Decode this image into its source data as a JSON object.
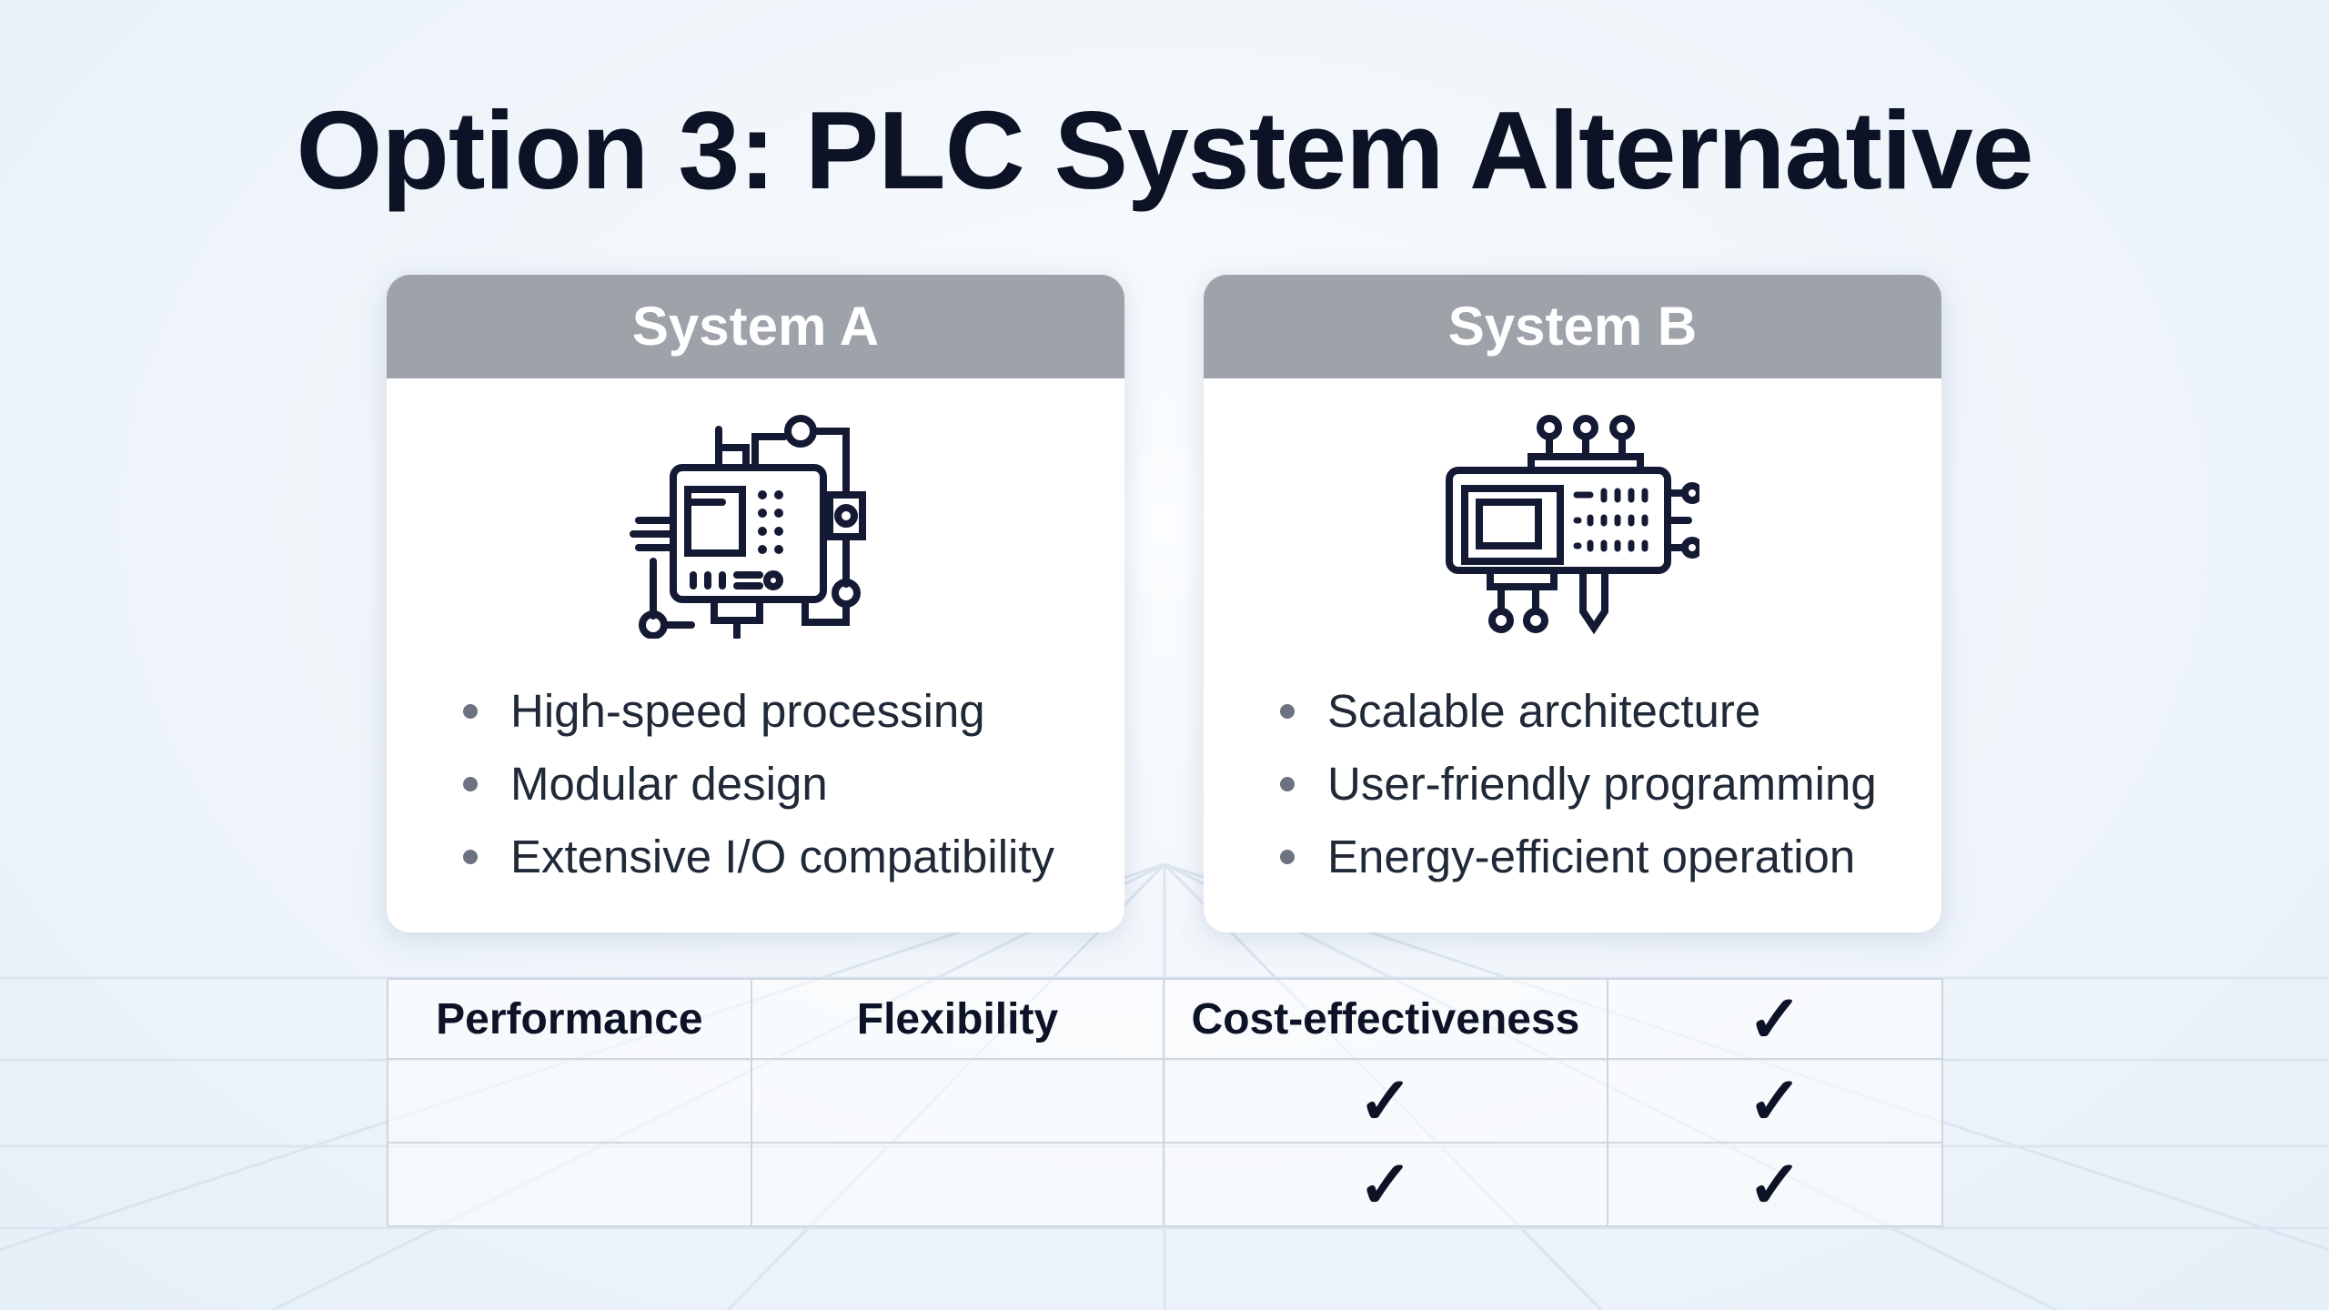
{
  "title": "Option 3: PLC System Alternative",
  "systems": [
    {
      "name": "System A",
      "icon": "circuit-board-icon",
      "features": [
        "High-speed processing",
        "Modular design",
        "Extensive I/O compatibility"
      ]
    },
    {
      "name": "System B",
      "icon": "microchip-icon",
      "features": [
        "Scalable architecture",
        "User-friendly programming",
        "Energy-efficient operation"
      ]
    }
  ],
  "table": {
    "headers": [
      "Performance",
      "Flexibility",
      "Cost-effectiveness",
      "✓"
    ],
    "rows": [
      [
        "",
        "",
        "✓",
        "✓"
      ],
      [
        "",
        "",
        "✓",
        "✓"
      ]
    ]
  }
}
